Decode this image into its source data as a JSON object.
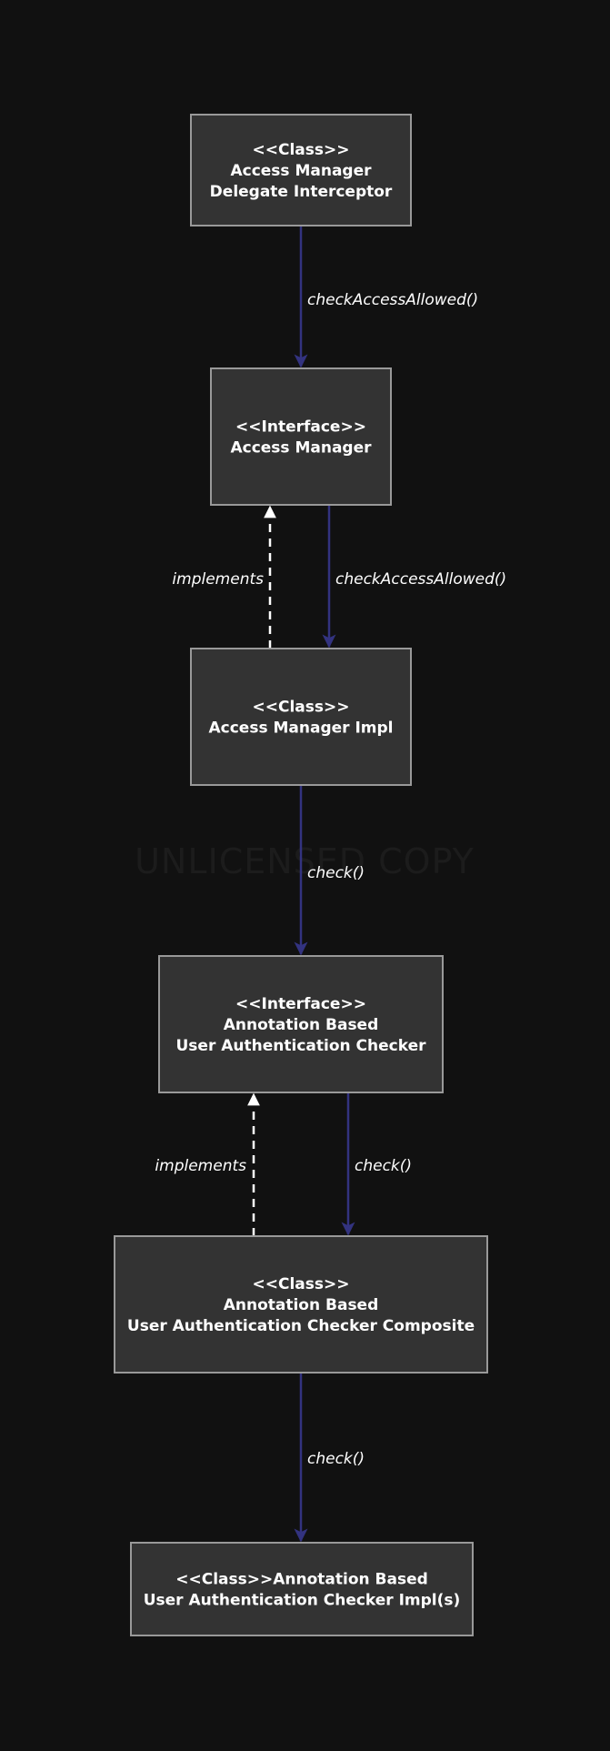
{
  "colors": {
    "background": "#111111",
    "node_fill": "#333333",
    "node_border": "#999999",
    "call_edge": "#333380",
    "implements_edge": "#ffffff",
    "text": "#ffffff"
  },
  "watermark": "UNLICENSED COPY",
  "nodes": [
    {
      "id": "delegate-interceptor",
      "lines": [
        "<<Class>>",
        "Access Manager",
        "Delegate Interceptor"
      ]
    },
    {
      "id": "access-manager",
      "lines": [
        "<<Interface>>",
        "Access Manager"
      ]
    },
    {
      "id": "access-manager-impl",
      "lines": [
        "<<Class>>",
        "Access Manager Impl"
      ]
    },
    {
      "id": "annotation-checker",
      "lines": [
        "<<Interface>>",
        "Annotation Based",
        "User Authentication Checker"
      ]
    },
    {
      "id": "annotation-checker-composite",
      "lines": [
        "<<Class>>",
        "Annotation Based",
        "User Authentication Checker Composite"
      ]
    },
    {
      "id": "annotation-checker-impl",
      "lines": [
        "<<Class>>Annotation Based",
        "User Authentication Checker Impl(s)"
      ]
    }
  ],
  "edges": [
    {
      "id": "e1",
      "from": "delegate-interceptor",
      "to": "access-manager",
      "label": "checkAccessAllowed()",
      "kind": "call"
    },
    {
      "id": "e2",
      "from": "access-manager-impl",
      "to": "access-manager",
      "label": "implements",
      "kind": "implements"
    },
    {
      "id": "e3",
      "from": "access-manager",
      "to": "access-manager-impl",
      "label": "checkAccessAllowed()",
      "kind": "call"
    },
    {
      "id": "e4",
      "from": "access-manager-impl",
      "to": "annotation-checker",
      "label": "check()",
      "kind": "call"
    },
    {
      "id": "e5",
      "from": "annotation-checker-composite",
      "to": "annotation-checker",
      "label": "implements",
      "kind": "implements"
    },
    {
      "id": "e6",
      "from": "annotation-checker",
      "to": "annotation-checker-composite",
      "label": "check()",
      "kind": "call"
    },
    {
      "id": "e7",
      "from": "annotation-checker-composite",
      "to": "annotation-checker-impl",
      "label": "check()",
      "kind": "call"
    }
  ]
}
